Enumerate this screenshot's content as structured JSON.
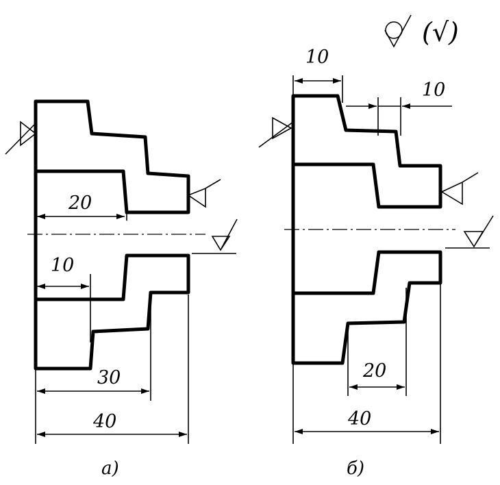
{
  "figure_a": {
    "caption": "а)",
    "dims": {
      "d20": "20",
      "d10": "10",
      "d30": "30",
      "d40": "40"
    }
  },
  "figure_b": {
    "caption": "б)",
    "dims": {
      "d10_top": "10",
      "d10_step": "10",
      "d20": "20",
      "d40": "40"
    }
  },
  "roughness_note": {
    "text": "(√)"
  }
}
